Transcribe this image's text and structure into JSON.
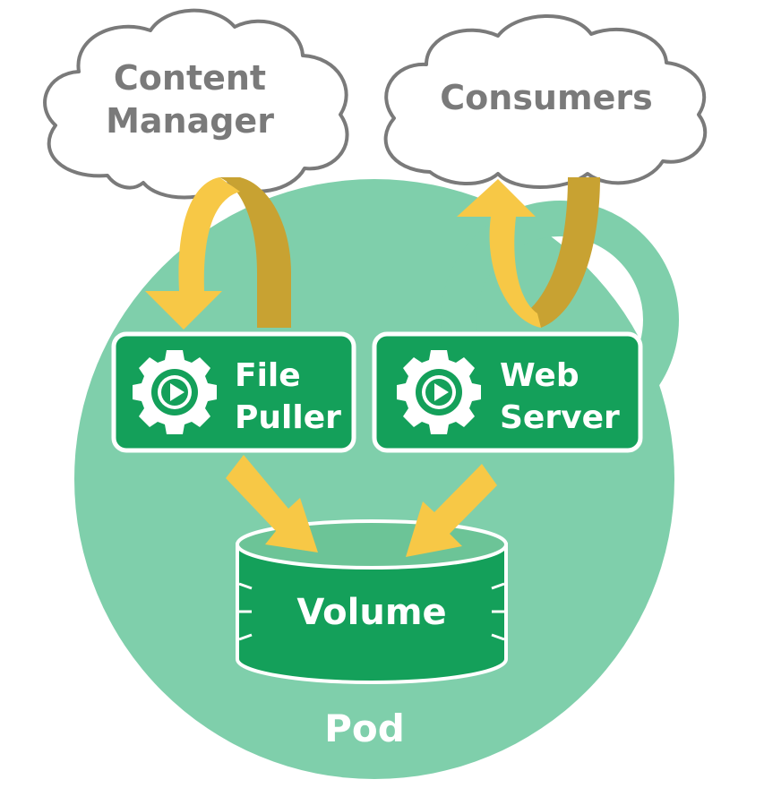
{
  "clouds": {
    "content_manager": {
      "line1": "Content",
      "line2": "Manager"
    },
    "consumers": {
      "label": "Consumers"
    }
  },
  "containers": {
    "file_puller": {
      "line1": "File",
      "line2": "Puller"
    },
    "web_server": {
      "line1": "Web",
      "line2": "Server"
    }
  },
  "volume": {
    "label": "Volume"
  },
  "pod": {
    "label": "Pod"
  },
  "colors": {
    "pod": "#7fcfab",
    "container": "#14a05a",
    "container_border": "#ffffff",
    "arrow_light": "#f7c846",
    "arrow_dark": "#c8a232",
    "cloud_stroke": "#7a7a7a",
    "volume_top": "#6cc497"
  }
}
